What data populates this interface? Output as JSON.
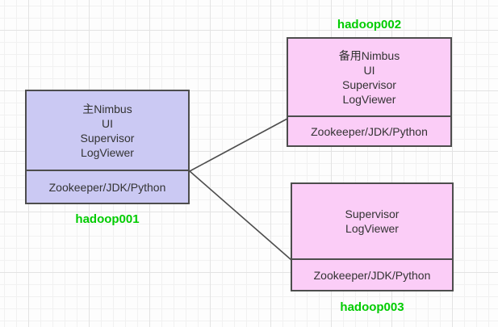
{
  "colors": {
    "node1_fill": "#cbc9f3",
    "node23_fill": "#fbcdf7",
    "node_border": "#4d4d4d",
    "edge_line": "#4d4d4d",
    "host_label": "#00cc00",
    "node_text": "#333333"
  },
  "nodes": [
    {
      "host": "hadoop001",
      "services": [
        "主Nimbus",
        "UI",
        "Supervisor",
        "LogViewer"
      ],
      "base": "Zookeeper/JDK/Python"
    },
    {
      "host": "hadoop002",
      "services": [
        "备用Nimbus",
        "UI",
        "Supervisor",
        "LogViewer"
      ],
      "base": "Zookeeper/JDK/Python"
    },
    {
      "host": "hadoop003",
      "services": [
        "Supervisor",
        "LogViewer"
      ],
      "base": "Zookeeper/JDK/Python"
    }
  ],
  "edges": [
    {
      "from": "hadoop001",
      "to": "hadoop002"
    },
    {
      "from": "hadoop001",
      "to": "hadoop003"
    }
  ]
}
